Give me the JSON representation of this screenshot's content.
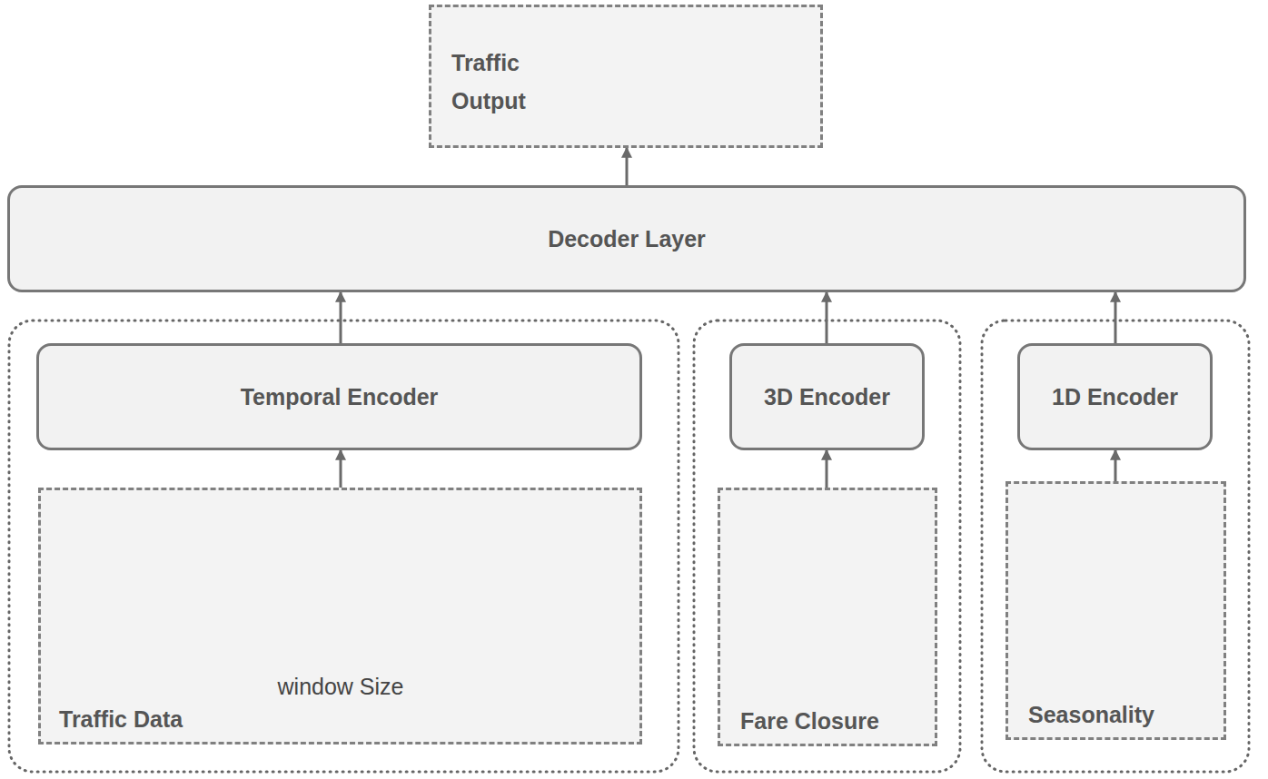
{
  "diagram": {
    "nodes": [
      {
        "text": [
          "Traffic Output"
        ]
      },
      {
        "text": [
          "Decoder Layer"
        ]
      },
      {
        "text": [
          "Temporal Encoder"
        ]
      },
      {
        "text": [
          "Traffic Data"
        ]
      },
      {
        "text": [
          "3D Encoder"
        ]
      },
      {
        "text": [
          "Fare Closure"
        ]
      },
      {
        "text": [
          "1D Encoder"
        ]
      },
      {
        "text": [
          "Seasonality"
        ]
      }
    ],
    "edges": [
      {
        "from": 3,
        "to": 2,
        "arrow": "to"
      },
      {
        "from": 2,
        "to": 1,
        "arrow": "to"
      },
      {
        "from": 5,
        "to": 4,
        "arrow": "to"
      },
      {
        "from": 4,
        "to": 1,
        "arrow": "to"
      },
      {
        "from": 7,
        "to": 6,
        "arrow": "to"
      },
      {
        "from": 6,
        "to": 1,
        "arrow": "to"
      },
      {
        "from": 1,
        "to": 0,
        "arrow": "to"
      }
    ],
    "labels": [
      "window Size"
    ]
  }
}
